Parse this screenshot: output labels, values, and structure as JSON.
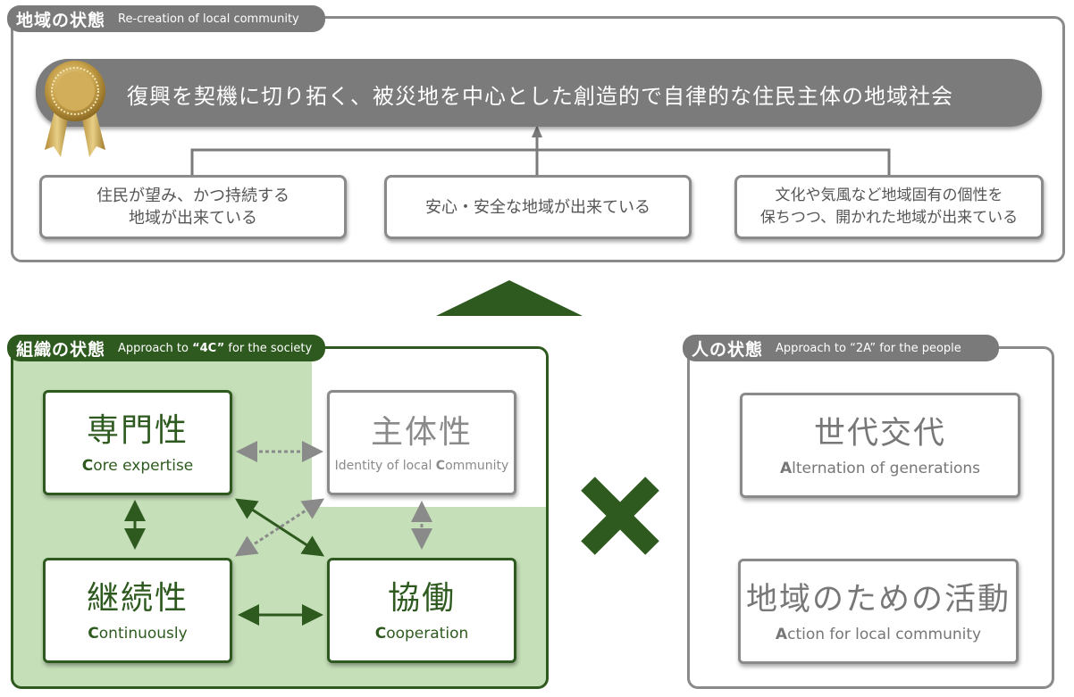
{
  "top_section": {
    "tag_jp": "地域の状態",
    "tag_en": "Re-creation of local community",
    "goal": "復興を契機に切り拓く、被災地を中心とした創造的で自律的な住民主体の地域社会",
    "conditions": [
      {
        "line1": "住民が望み、かつ持続する",
        "line2": "地域が出来ている"
      },
      {
        "line1": "安心・安全な地域が出来ている",
        "line2": ""
      },
      {
        "line1": "文化や気風など地域固有の個性を",
        "line2": "保ちつつ、開かれた地域が出来ている"
      }
    ]
  },
  "org_section": {
    "tag_jp": "組織の状態",
    "tag_en_pre": "Approach to ",
    "tag_en_bold": "“4C”",
    "tag_en_post": " for the society",
    "cards": {
      "expertise": {
        "jp": "専門性",
        "en_initial": "C",
        "en_rest": "ore expertise"
      },
      "identity": {
        "jp": "主体性",
        "en_pre": "Identity of local ",
        "en_initial": "C",
        "en_rest": "ommunity"
      },
      "continuity": {
        "jp": "継続性",
        "en_initial": "C",
        "en_rest": "ontinuously"
      },
      "cooperation": {
        "jp": "協働",
        "en_initial": "C",
        "en_rest": "ooperation"
      }
    }
  },
  "people_section": {
    "tag_jp": "人の状態",
    "tag_en": "Approach to “2A” for the people",
    "cards": {
      "generations": {
        "jp": "世代交代",
        "en_initial": "A",
        "en_rest": "lternation of generations"
      },
      "activity": {
        "jp": "地域のための活動",
        "en_initial": "A",
        "en_rest": "ction for local community"
      }
    }
  },
  "colors": {
    "dark_green": "#2e5a1f",
    "light_green": "#c5dfb8",
    "grey": "#7b7b7b"
  },
  "icons": [
    "medal-icon",
    "triangle-arrow-icon",
    "cross-icon"
  ]
}
